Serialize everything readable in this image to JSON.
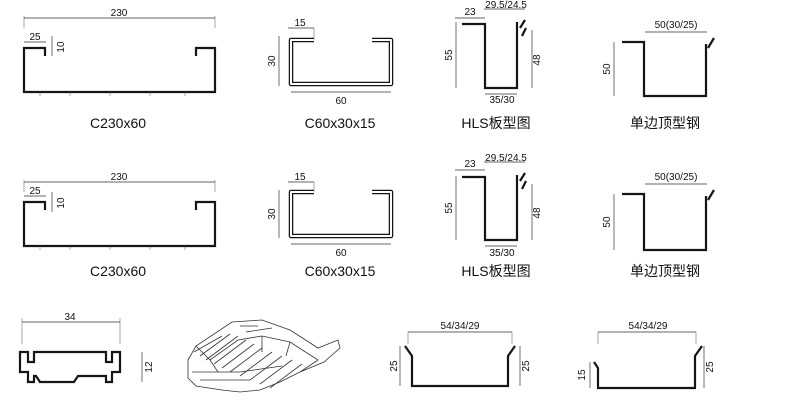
{
  "colors": {
    "line": "#151515",
    "background": "#ffffff"
  },
  "rows": [
    {
      "c230": {
        "width": "230",
        "lip": "25",
        "flange": "10",
        "caption": "C230x60"
      },
      "c60": {
        "lip": "15",
        "height": "30",
        "width": "60",
        "caption": "C60x30x15"
      },
      "hls": {
        "top_left": "23",
        "top_right": "29.5/24.5",
        "left_height": "55",
        "right_height": "48",
        "bottom": "35/30",
        "caption": "HLS板型图"
      },
      "single": {
        "top": "50(30/25)",
        "height": "50",
        "caption": "单边顶型钢"
      }
    },
    {
      "c230": {
        "width": "230",
        "lip": "25",
        "flange": "10",
        "caption": "C230x60"
      },
      "c60": {
        "lip": "15",
        "height": "30",
        "width": "60",
        "caption": "C60x30x15"
      },
      "hls": {
        "top_left": "23",
        "top_right": "29.5/24.5",
        "left_height": "55",
        "right_height": "48",
        "bottom": "35/30",
        "caption": "HLS板型图"
      },
      "single": {
        "top": "50(30/25)",
        "height": "50",
        "caption": "单边顶型钢"
      }
    }
  ],
  "bottom": {
    "rail": {
      "width": "34",
      "height": "12"
    },
    "channel_a": {
      "width": "54/34/29",
      "left": "25",
      "right": "25"
    },
    "channel_b": {
      "width": "54/34/29",
      "left": "15",
      "right": "25"
    }
  }
}
